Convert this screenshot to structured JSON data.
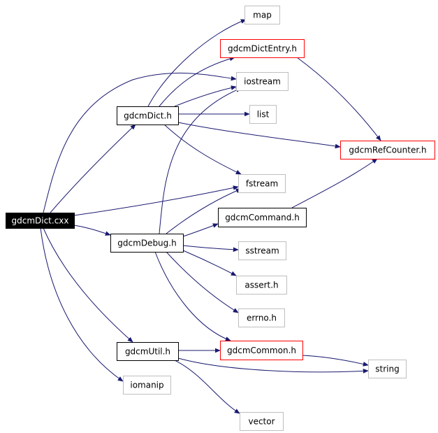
{
  "colors": {
    "edge": "#191970",
    "root_fill": "#000000",
    "root_text": "#ffffff",
    "local_border": "#000000",
    "system_border": "#bfbfbf",
    "incomplete_border": "#ff0000",
    "text": "#000000"
  },
  "nodes": [
    {
      "id": "gdcmDict_cxx",
      "label": "gdcmDict.cxx",
      "kind": "root"
    },
    {
      "id": "gdcmDict_h",
      "label": "gdcmDict.h",
      "kind": "local"
    },
    {
      "id": "gdcmDebug_h",
      "label": "gdcmDebug.h",
      "kind": "local"
    },
    {
      "id": "gdcmUtil_h",
      "label": "gdcmUtil.h",
      "kind": "local"
    },
    {
      "id": "gdcmCommand_h",
      "label": "gdcmCommand.h",
      "kind": "local"
    },
    {
      "id": "gdcmDictEntry_h",
      "label": "gdcmDictEntry.h",
      "kind": "incomplete"
    },
    {
      "id": "gdcmRefCounter_h",
      "label": "gdcmRefCounter.h",
      "kind": "incomplete"
    },
    {
      "id": "gdcmCommon_h",
      "label": "gdcmCommon.h",
      "kind": "incomplete"
    },
    {
      "id": "map",
      "label": "map",
      "kind": "system"
    },
    {
      "id": "iostream",
      "label": "iostream",
      "kind": "system"
    },
    {
      "id": "list",
      "label": "list",
      "kind": "system"
    },
    {
      "id": "fstream",
      "label": "fstream",
      "kind": "system"
    },
    {
      "id": "sstream",
      "label": "sstream",
      "kind": "system"
    },
    {
      "id": "assert_h",
      "label": "assert.h",
      "kind": "system"
    },
    {
      "id": "errno_h",
      "label": "errno.h",
      "kind": "system"
    },
    {
      "id": "string",
      "label": "string",
      "kind": "system"
    },
    {
      "id": "iomanip",
      "label": "iomanip",
      "kind": "system"
    },
    {
      "id": "vector",
      "label": "vector",
      "kind": "system"
    }
  ],
  "edges": [
    {
      "from": "gdcmDict_cxx",
      "to": "iostream"
    },
    {
      "from": "gdcmDict_cxx",
      "to": "gdcmDict_h"
    },
    {
      "from": "gdcmDict_cxx",
      "to": "fstream"
    },
    {
      "from": "gdcmDict_cxx",
      "to": "gdcmDebug_h"
    },
    {
      "from": "gdcmDict_cxx",
      "to": "gdcmUtil_h"
    },
    {
      "from": "gdcmDict_cxx",
      "to": "iomanip"
    },
    {
      "from": "gdcmDict_h",
      "to": "map"
    },
    {
      "from": "gdcmDict_h",
      "to": "gdcmDictEntry_h"
    },
    {
      "from": "gdcmDict_h",
      "to": "iostream"
    },
    {
      "from": "gdcmDict_h",
      "to": "list"
    },
    {
      "from": "gdcmDict_h",
      "to": "gdcmRefCounter_h"
    },
    {
      "from": "gdcmDict_h",
      "to": "fstream"
    },
    {
      "from": "gdcmDictEntry_h",
      "to": "gdcmRefCounter_h"
    },
    {
      "from": "gdcmCommand_h",
      "to": "gdcmRefCounter_h"
    },
    {
      "from": "gdcmDebug_h",
      "to": "iostream"
    },
    {
      "from": "gdcmDebug_h",
      "to": "fstream"
    },
    {
      "from": "gdcmDebug_h",
      "to": "gdcmCommand_h"
    },
    {
      "from": "gdcmDebug_h",
      "to": "sstream"
    },
    {
      "from": "gdcmDebug_h",
      "to": "assert_h"
    },
    {
      "from": "gdcmDebug_h",
      "to": "errno_h"
    },
    {
      "from": "gdcmDebug_h",
      "to": "gdcmCommon_h"
    },
    {
      "from": "gdcmUtil_h",
      "to": "gdcmCommon_h"
    },
    {
      "from": "gdcmUtil_h",
      "to": "string"
    },
    {
      "from": "gdcmUtil_h",
      "to": "vector"
    },
    {
      "from": "gdcmCommon_h",
      "to": "string"
    }
  ]
}
